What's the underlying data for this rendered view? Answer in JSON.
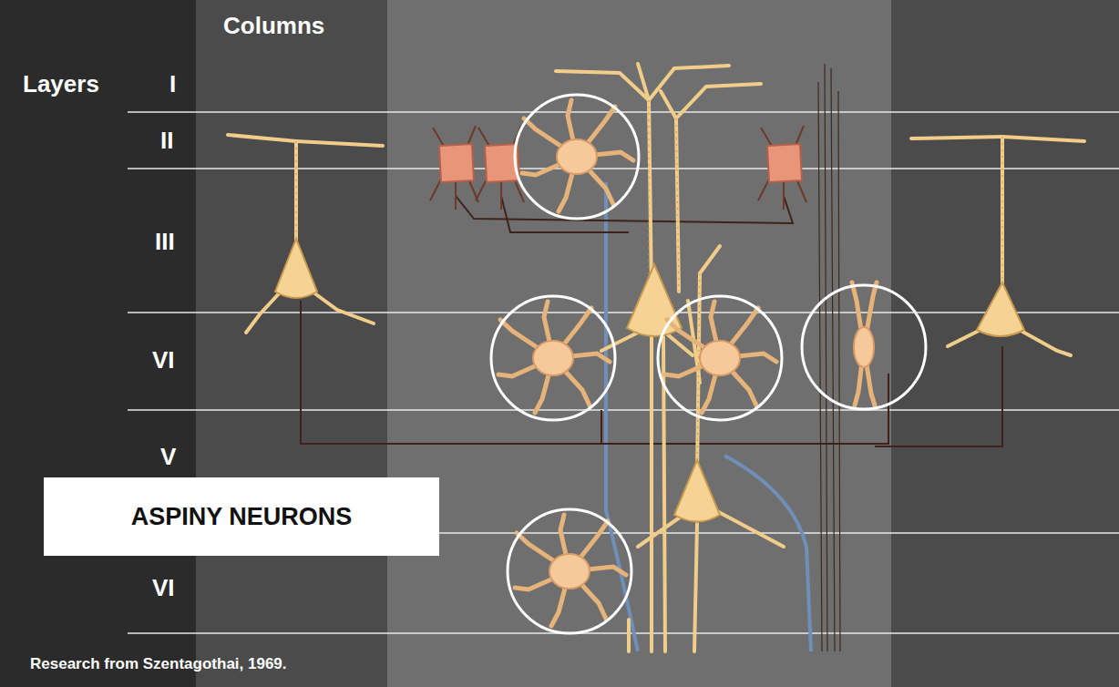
{
  "diagram": {
    "caption": "Research from Szentagothai, 1969.",
    "nodes": [
      {
        "text": [
          "ASPINY NEURONS"
        ]
      }
    ],
    "labels": [
      "Columns",
      "Layers",
      "I",
      "II",
      "III",
      "VI",
      "V",
      "VI"
    ]
  }
}
